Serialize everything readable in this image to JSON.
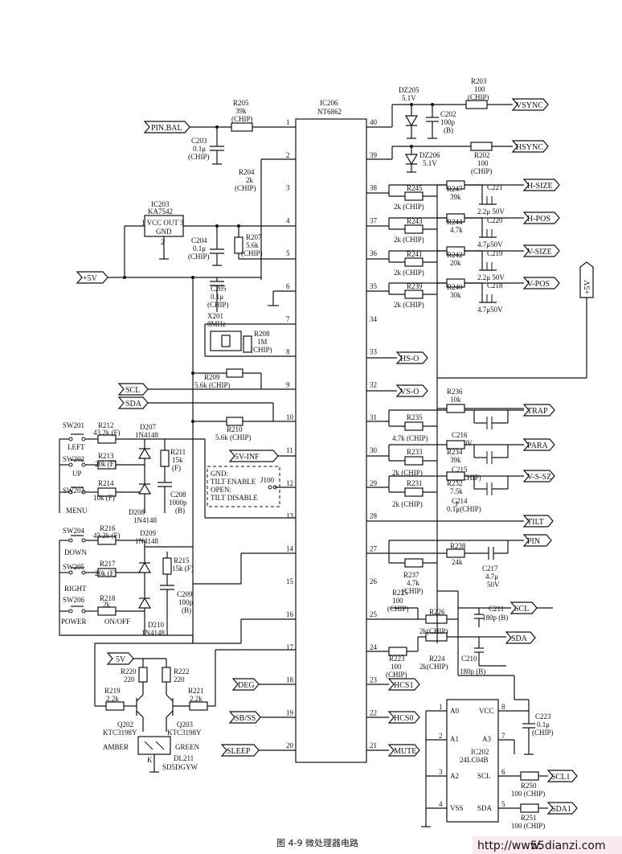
{
  "ic206": {
    "ref": "IC206",
    "part": "NT6862"
  },
  "ic203": {
    "ref": "IC203",
    "part": "KA7542",
    "vcc": "1 VCC OUT 3",
    "gnd": "GND",
    "pin2": "2"
  },
  "ic202": {
    "ref": "IC202",
    "part": "24LC04B",
    "pins": [
      "A0",
      "A1",
      "A2",
      "VSS",
      "VCC",
      "A3",
      "SCL",
      "SDA"
    ],
    "nums": [
      "1",
      "2",
      "3",
      "4",
      "8",
      "7",
      "6",
      "5"
    ]
  },
  "pins_left": [
    "1",
    "2",
    "3",
    "4",
    "5",
    "6",
    "7",
    "8",
    "9",
    "10",
    "11",
    "12",
    "13",
    "14",
    "15",
    "16",
    "17",
    "18",
    "19",
    "20"
  ],
  "pins_right": [
    "40",
    "39",
    "38",
    "37",
    "36",
    "35",
    "34",
    "33",
    "32",
    "31",
    "30",
    "29",
    "28",
    "27",
    "26",
    "25",
    "24",
    "23",
    "22",
    "21"
  ],
  "ports": {
    "pin_bal": "PIN.BAL",
    "plus5v": "+5V",
    "scl": "SCL",
    "sda": "SDA",
    "sv_inf": "5V-INF",
    "deg": "DEG",
    "sb_ss": "SB/SS",
    "sleep": "SLEEP",
    "vsync": "VSYNC",
    "hsync": "HSYNC",
    "h_size": "H-SIZE",
    "h_pos": "H-POS",
    "v_size": "V-SIZE",
    "v_pos": "V-POS",
    "plus5v_right": "+5V",
    "hs_o": "HS-O",
    "vs_o": "VS-O",
    "trap": "TRAP",
    "para": "PARA",
    "v_s_sz": "V-S-SZ",
    "tilt": "TILT",
    "pin": "PIN",
    "scl_r": "SCL",
    "sda_r": "SDA",
    "hcs1": "HCS1",
    "hcs0": "HCS0",
    "mute": "MUTE",
    "scl1": "SCL1",
    "sda1": "SDA1",
    "fivev": "5V"
  },
  "labels": {
    "r205": "R205",
    "r205v": "39k",
    "r205t": "(CHIP)",
    "c203": "C203",
    "c203v": "0.1μ",
    "c203t": "(CHIP)",
    "r204": "R204",
    "r204v": "2k",
    "r204t": "(CHIP)",
    "c204": "C204",
    "c204v": "0.1μ",
    "c204t": "(CHIP)",
    "r207": "R207",
    "r207v": "5.6k",
    "r207t": "(CHIP)",
    "c205": "C205",
    "c205v": "0.1μ",
    "c205t": "(CHIP)",
    "x201": "X201",
    "x201v": "8MHz",
    "r208": "R208",
    "r208v": "1M",
    "r208t": "(CHIP)",
    "r209": "R209",
    "r209v": "5.6k (CHIP)",
    "r210": "R210",
    "r210v": "5.6k (CHIP)",
    "sw201": "SW201",
    "left": "LEFT",
    "sw202": "SW202",
    "up": "UP",
    "sw203": "SW203",
    "menu": "MENU",
    "sw204": "SW204",
    "down": "DOWN",
    "sw205": "SW205",
    "right": "RIGHT",
    "sw206": "SW206",
    "power": "POWER",
    "onoff": "ON/OFF",
    "r212": "R212",
    "r212v": "43.2k (F)",
    "r213": "R213",
    "r213v": "20k (F)",
    "r214": "R214",
    "r214v": "10k (F)",
    "r216": "R216",
    "r216v": "43.2k (F)",
    "r217": "R217",
    "r217v": "20k (F)",
    "r218": "R218",
    "r218v": "2k",
    "d207": "D207",
    "d207v": "1N4148",
    "d208": "D208",
    "d208v": "1N4148",
    "d209": "D209",
    "d209v": "1N4148",
    "d210": "D210",
    "d210v": "1N4148",
    "r211": "R211",
    "r211v": "15k",
    "r211t": "(F)",
    "c208": "C208",
    "c208v": "1000p",
    "c208t": "(B)",
    "r215": "R215",
    "r215v": "15k (F)",
    "c209": "C209",
    "c209v": "100p",
    "c209t": "(B)",
    "tilt1": "GND:",
    "tilt2": "TILT ENABLE",
    "tilt3": "OPEN:",
    "tilt4": "TILT DISABLE",
    "j100": "J100",
    "r220": "R220",
    "r220v": "220",
    "r222": "R222",
    "r222v": "220",
    "r219": "R219",
    "r219v": "2.2k",
    "r221": "R221",
    "r221v": "2.2k",
    "q202": "Q202",
    "q202v": "KTC3198Y",
    "q203": "Q203",
    "q203v": "KTC3198Y",
    "amber": "AMBER",
    "green": "GREEN",
    "dl211": "DL211",
    "dl211v": "SD5DGYW",
    "k": "K",
    "dz205": "DZ205",
    "dz205v": "5.1V",
    "dz206": "DZ206",
    "dz206v": "5.1V",
    "c202": "C202",
    "c202v": "100p",
    "c202t": "(B)",
    "r203": "R203",
    "r203v": "100",
    "r203t": "(CHIP)",
    "r202": "R202",
    "r202v": "100",
    "r202t": "(CHIP)",
    "r245": "R245",
    "r245v": "2k (CHIP)",
    "r247": "R247",
    "r247v": "39k",
    "c221": "C221",
    "c221v": "2.2μ 50V",
    "r243": "R243",
    "r243v": "2k (CHIP)",
    "r244": "R244",
    "r244v": "4.7k",
    "c220": "C220",
    "c220v": "4.7μ50V",
    "r241": "R241",
    "r241v": "2k (CHIP)",
    "r242": "R242",
    "r242v": "20k",
    "c219": "C219",
    "c219v": "2.2μ 50V",
    "r239": "R239",
    "r239v": "2k (CHIP)",
    "r240": "R240",
    "r240v": "30k",
    "c218": "C218",
    "c218v": "4.7μ50V",
    "r236": "R236",
    "r236v": "10k",
    "r235": "R235",
    "r235v": "4.7k (CHIP)",
    "c216": "C216",
    "c216v": "4.7μ50V",
    "r233": "R233",
    "r233v": "2k (CHIP)",
    "r234": "R234",
    "r234v": "39k",
    "c215": "C215",
    "c215v": "0.1μ(CHIP)",
    "r231": "R231",
    "r231v": "2k (CHIP)",
    "r232": "R232",
    "r232v": "7.5k",
    "r232t": "J",
    "c214": "C214",
    "c214v": "0.1μ(CHIP)",
    "r237": "R237",
    "r237v": "4.7k",
    "r237t": "(CHIP)",
    "r238": "R238",
    "r238v": "24k",
    "c217": "C217",
    "c217v": "4.7μ",
    "c217t": "50V",
    "r225": "R225",
    "r225v": "100",
    "r225t": "(CHIP)",
    "r226": "R226",
    "r226v": "2k(CHIP)",
    "c211": "C211",
    "c211v": "180p (B)",
    "r223": "R223",
    "r223v": "100",
    "r223t": "(CHIP)",
    "r224": "R224",
    "r224v": "2k(CHIP)",
    "c210": "C210",
    "c210v": "180p (B)",
    "c223": "C223",
    "c223v": "0.1μ",
    "c223t": "(CHIP)",
    "r250": "R250",
    "r250v": "100 (CHIP)",
    "r251": "R251",
    "r251v": "100 (CHIP)"
  },
  "caption": "图 4-9   微处理器电路",
  "watermark": "55dianzi.com",
  "watermark_prefix": "http://www."
}
